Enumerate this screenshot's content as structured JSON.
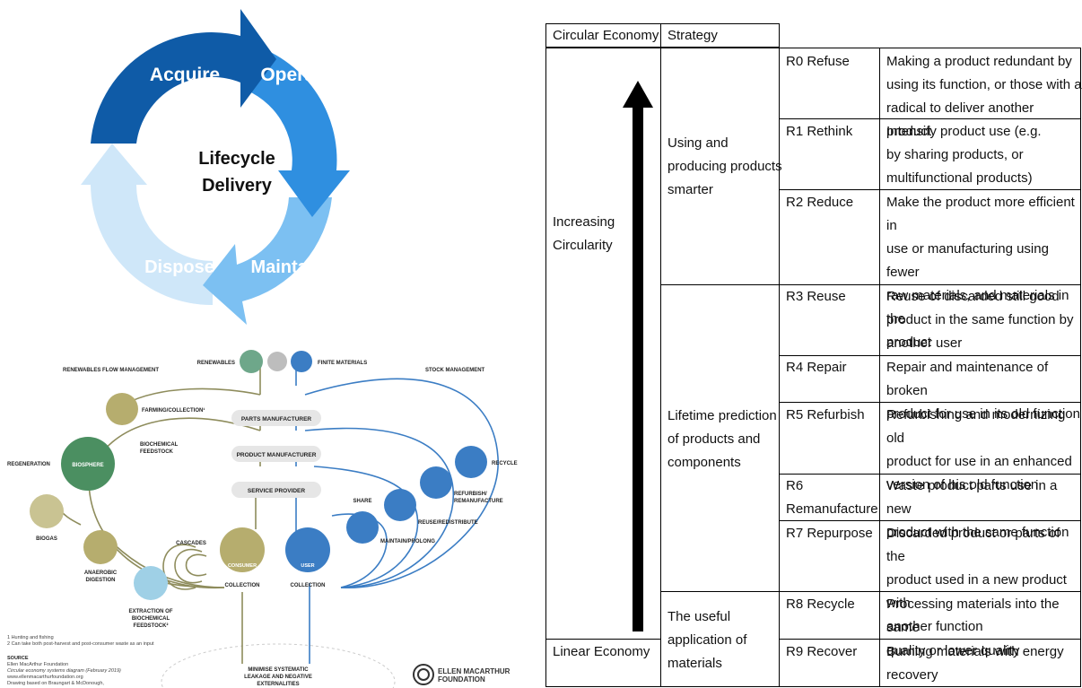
{
  "lifecycle": {
    "center_line1": "Lifecycle",
    "center_line2": "Delivery",
    "stage_acquire": "Acquire",
    "stage_operate": "Operate",
    "stage_maintain": "Maintain",
    "stage_dispose": "Dispose",
    "colors": {
      "acquire": "#0f5ba7",
      "operate": "#2f8fe0",
      "maintain": "#7cc0f2",
      "dispose": "#cfe7f9"
    }
  },
  "ce_diagram": {
    "renewables": "RENEWABLES",
    "finite_materials": "FINITE MATERIALS",
    "renewables_flow": "RENEWABLES FLOW MANAGEMENT",
    "stock_management": "STOCK MANAGEMENT",
    "farming": "FARMING/COLLECTION¹",
    "biochemical_feedstock_line1": "BIOCHEMICAL",
    "biochemical_feedstock_line2": "FEEDSTOCK",
    "regeneration": "REGENERATION",
    "biosphere": "BIOSPHERE",
    "biogas": "BIOGAS",
    "anaerobic_line1": "ANAEROBIC",
    "anaerobic_line2": "DIGESTION",
    "extraction_line1": "EXTRACTION OF",
    "extraction_line2": "BIOCHEMICAL",
    "extraction_line3": "FEEDSTOCK²",
    "cascades": "CASCADES",
    "parts_manufacturer": "PARTS MANUFACTURER",
    "product_manufacturer": "PRODUCT MANUFACTURER",
    "service_provider": "SERVICE PROVIDER",
    "consumer": "CONSUMER",
    "user": "USER",
    "collection": "COLLECTION",
    "share": "SHARE",
    "maintain_prolong": "MAINTAIN/PROLONG",
    "reuse_redistribute": "REUSE/REDISTRIBUTE",
    "refurbish_line1": "REFURBISH/",
    "refurbish_line2": "REMANUFACTURE",
    "recycle": "RECYCLE",
    "minimise_line1": "MINIMISE SYSTEMATIC",
    "minimise_line2": "LEAKAGE AND NEGATIVE",
    "minimise_line3": "EXTERNALITIES",
    "footnote1": "1 Hunting and fishing",
    "footnote2": "2 Can take both post-harvest and post-consumer waste as an input",
    "source_title": "SOURCE",
    "source1": "Ellen MacArthur Foundation",
    "source2": "Circular economy systems diagram (February 2019)",
    "source3": "www.ellenmacarthurfoundation.org",
    "source4": "Drawing based on Braungart & McDonough,",
    "foundation_line1": "ELLEN MACARTHUR",
    "foundation_line2": "FOUNDATION",
    "colors": {
      "bio": "#8e8c5c",
      "tech": "#3b7dc4"
    }
  },
  "table": {
    "header_col1": "Circular Economy",
    "header_col2": "Strategy",
    "increasing": "Increasing\nCircularity",
    "linear": "Linear Economy",
    "group1": "Using and\nproducing products\nsmarter",
    "group2": "Lifetime prediction\nof products and\ncomponents",
    "group3": "The useful\napplication of\nmaterials",
    "rows": [
      {
        "code": "R0 Refuse",
        "desc": "Making a product redundant by\nusing its function, or those with a\nradical to deliver another product"
      },
      {
        "code": "R1 Rethink",
        "desc": "Intensify product use (e.g.\nby sharing products, or\nmultifunctional products)"
      },
      {
        "code": "R2 Reduce",
        "desc": "Make the product more efficient in\nuse or manufacturing using fewer\nraw materials, and materials in the\nproduct"
      },
      {
        "code": "R3 Reuse",
        "desc": "Reuse of discarded still good\nproduct in the same function by\nanother user"
      },
      {
        "code": "R4 Repair",
        "desc": "Repair and maintenance of broken\nproduct for use in its old function"
      },
      {
        "code": "R5 Refurbish",
        "desc": "Refurbishing and modernizing old\nproduct for use in an enhanced\nversion of his old function"
      },
      {
        "code": "R6\nRemanufacture",
        "desc": "Waste product parts use in a new\nproduct with the same function"
      },
      {
        "code": "R7 Repurpose",
        "desc": "Discarded product or parts of the\nproduct used in a new product with\nanother function"
      },
      {
        "code": "R8 Recycle",
        "desc": "Processing materials into the same\nquality or lower quality"
      },
      {
        "code": "R9 Recover",
        "desc": "Burning materials with energy\nrecovery"
      }
    ]
  }
}
